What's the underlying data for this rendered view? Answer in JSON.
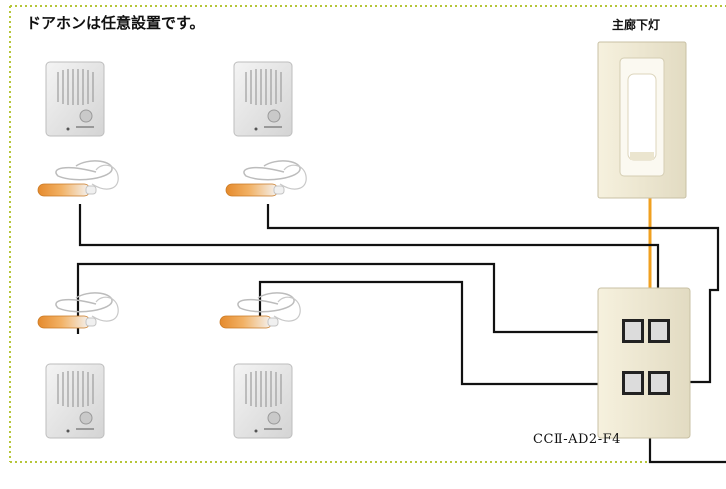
{
  "title": "ドアホンは任意設置です。",
  "lamp_label": "主廊下灯",
  "model_label": "CCⅡ-AD2-F4",
  "colors": {
    "wire": "#111111",
    "orange_wire": "#f0a020",
    "dotted_border": "#b6c63a",
    "plate": "#efe9d4",
    "doorphone": "#e6e6e6"
  },
  "devices": [
    {
      "name": "doorphone-top-left",
      "icon": "intercom-icon"
    },
    {
      "name": "doorphone-top-right",
      "icon": "intercom-icon"
    },
    {
      "name": "doorphone-bottom-left",
      "icon": "intercom-icon"
    },
    {
      "name": "doorphone-bottom-right",
      "icon": "intercom-icon"
    }
  ],
  "call_buttons": [
    {
      "name": "call-switch-top-left",
      "icon": "nurse-call-handset-icon"
    },
    {
      "name": "call-switch-top-right",
      "icon": "nurse-call-handset-icon"
    },
    {
      "name": "call-switch-bottom-left",
      "icon": "nurse-call-handset-icon"
    },
    {
      "name": "call-switch-bottom-right",
      "icon": "nurse-call-handset-icon"
    }
  ]
}
